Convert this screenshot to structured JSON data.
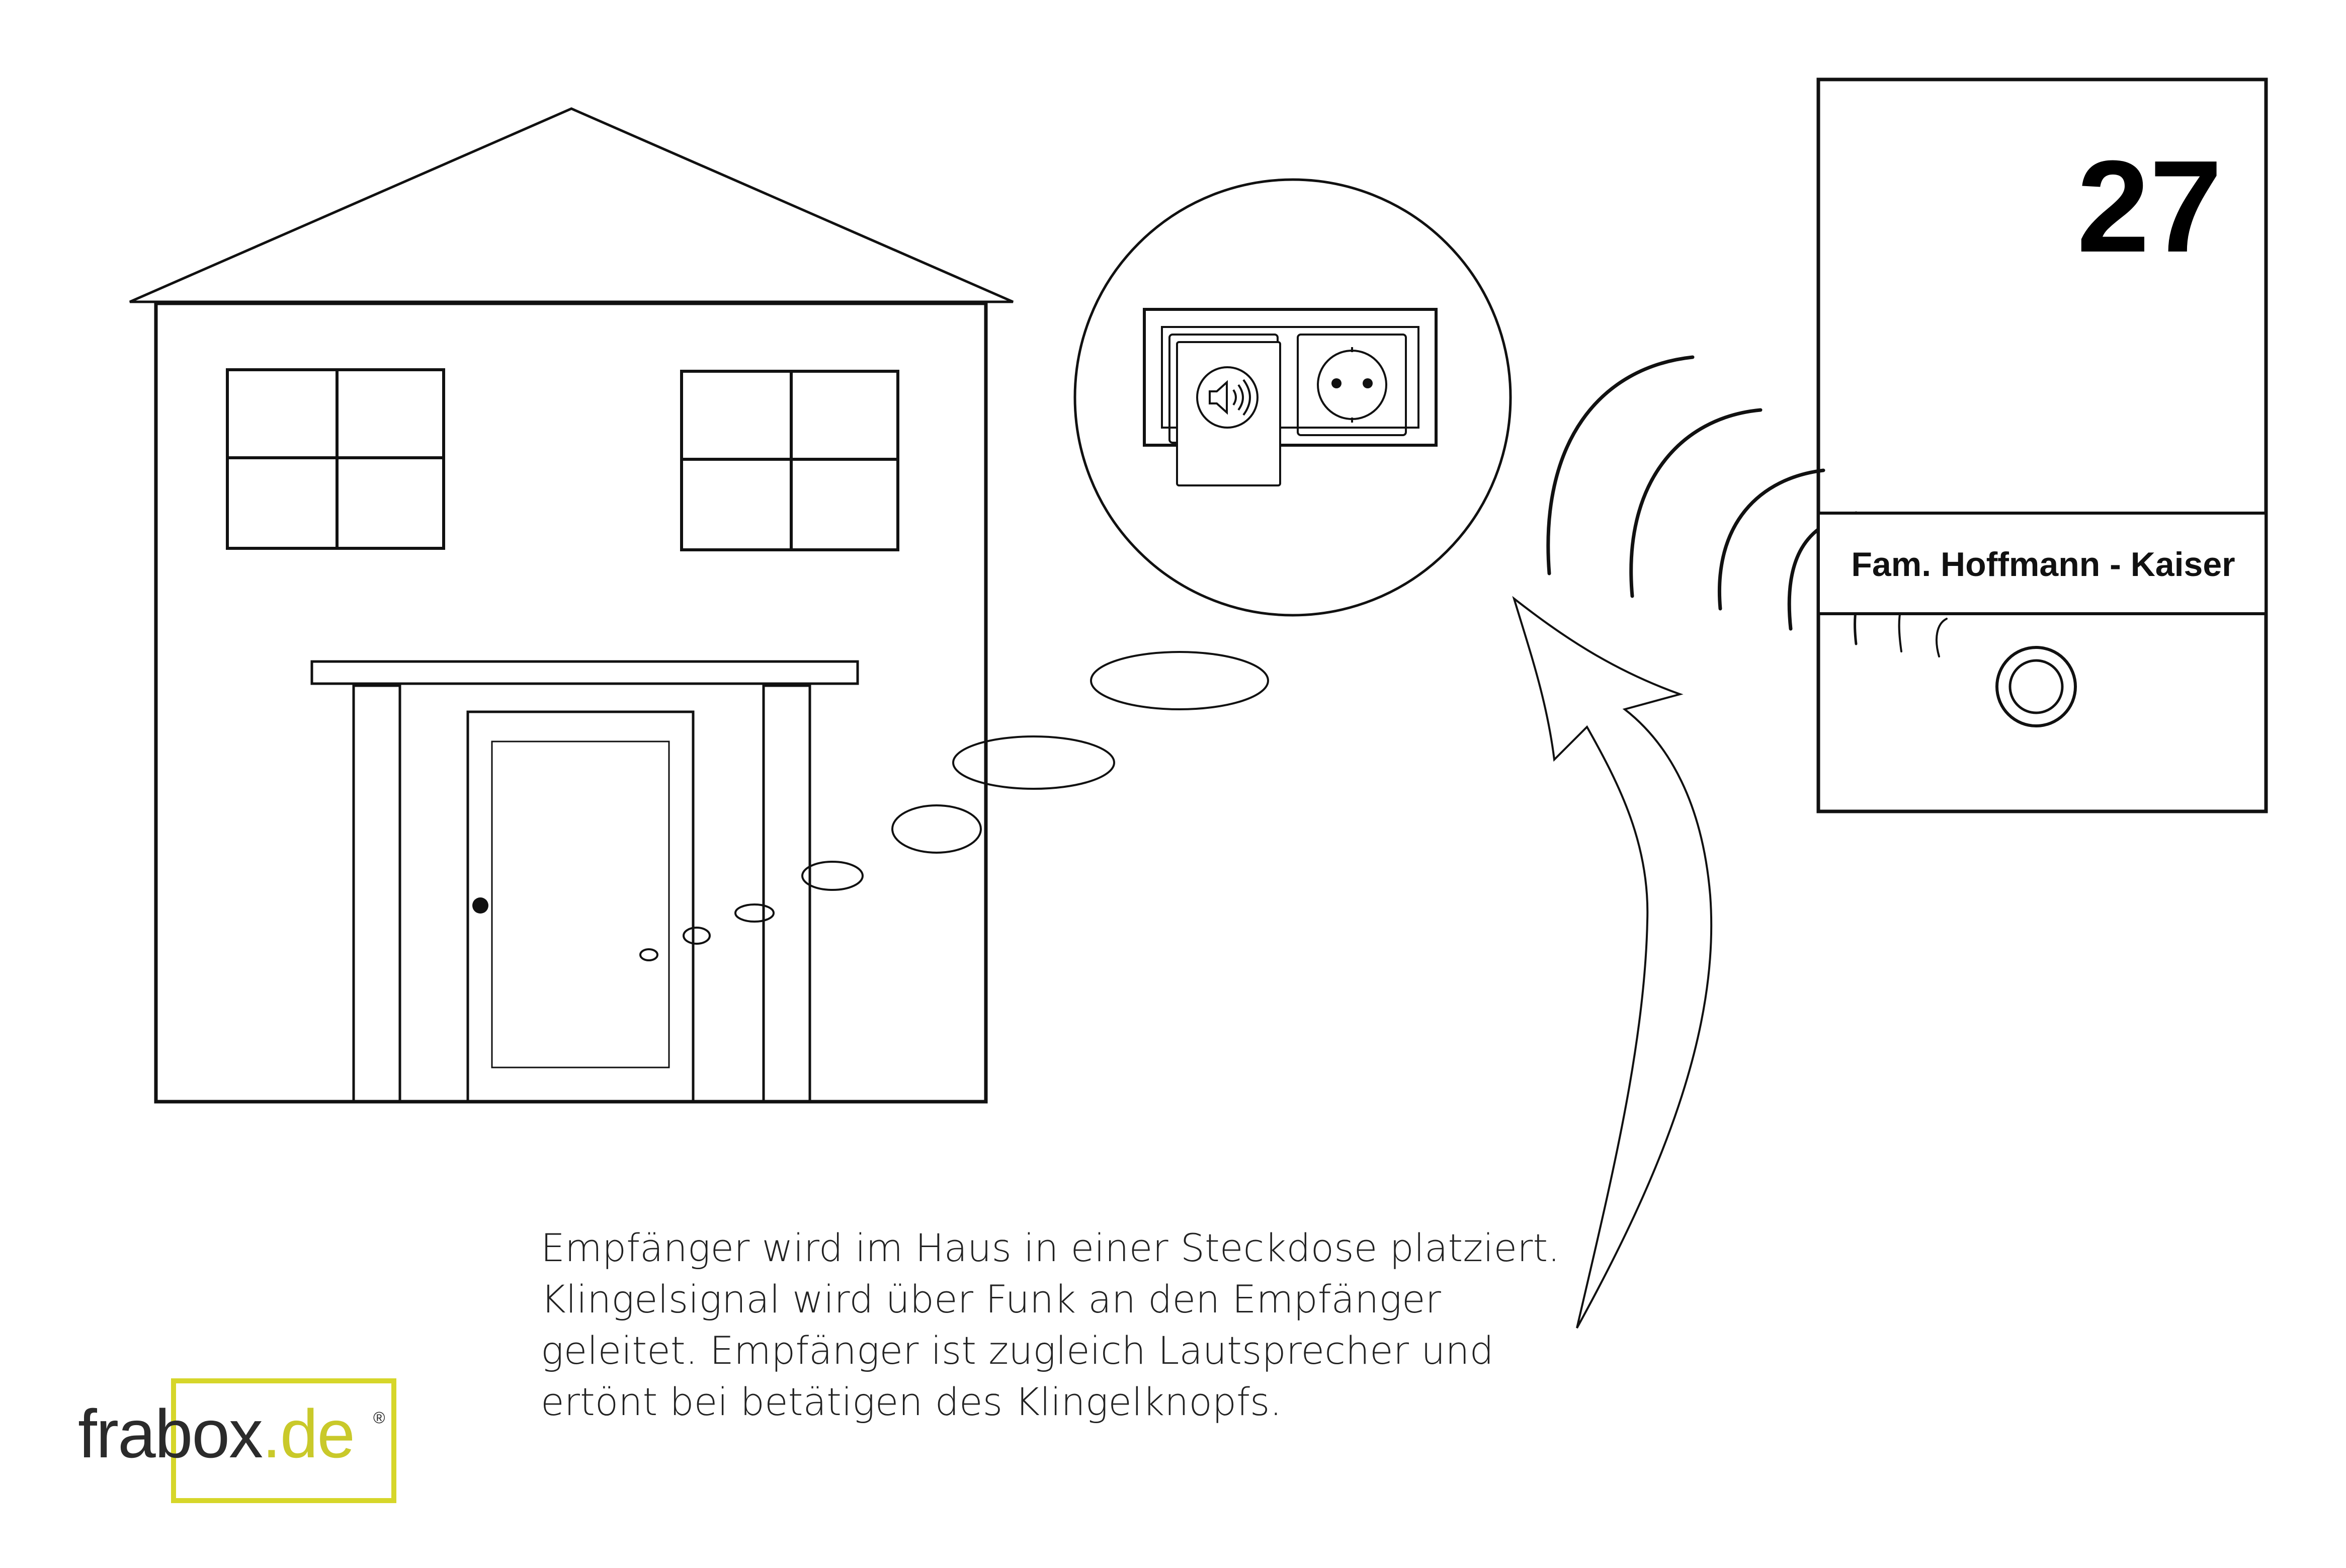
{
  "plate": {
    "house_number": "27",
    "name_label": "Fam. Hoffmann - Kaiser"
  },
  "caption": {
    "lines": [
      "Empfänger wird im Haus in einer Steckdose platziert.",
      "Klingelsignal wird über Funk an den Empfänger",
      "geleitet. Empfänger ist zugleich Lautsprecher und",
      "ertönt bei betätigen des Klingelknopfs."
    ]
  },
  "logo": {
    "name": "frabox",
    "tld": ".de",
    "registered": "®"
  },
  "colors": {
    "line": "#111111",
    "logo_accent": "#d6d62a"
  },
  "icons": [
    "speaker-icon",
    "socket-icon",
    "doorbell-button-icon"
  ]
}
